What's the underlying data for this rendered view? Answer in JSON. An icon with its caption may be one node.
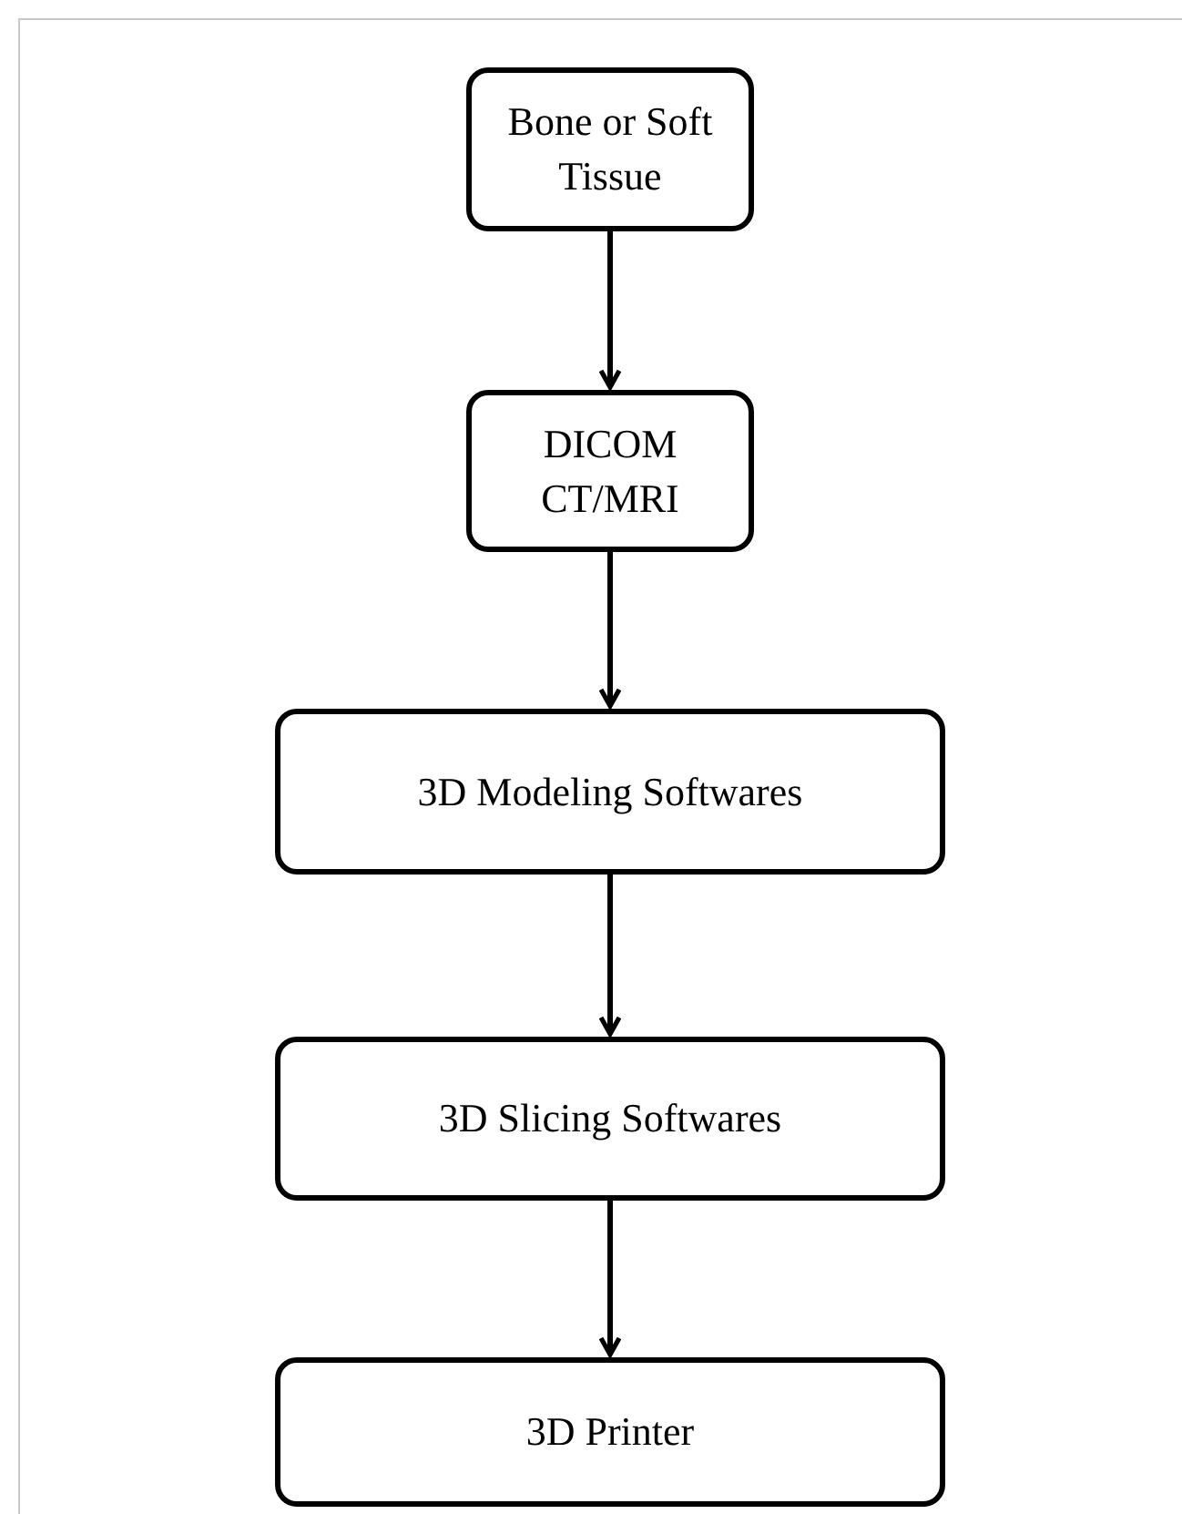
{
  "diagram": {
    "nodes": [
      {
        "text": [
          "Bone or Soft Tissue"
        ]
      },
      {
        "text": [
          "DICOM CT/MRI"
        ]
      },
      {
        "text": [
          "3D Modeling Softwares"
        ]
      },
      {
        "text": [
          "3D Slicing Softwares"
        ]
      },
      {
        "text": [
          "3D Printer"
        ]
      }
    ],
    "edges": [
      {
        "from": 0,
        "to": 1,
        "arrow": "to"
      },
      {
        "from": 1,
        "to": 2,
        "arrow": "to"
      },
      {
        "from": 2,
        "to": 3,
        "arrow": "to"
      },
      {
        "from": 3,
        "to": 4,
        "arrow": "to"
      }
    ]
  }
}
